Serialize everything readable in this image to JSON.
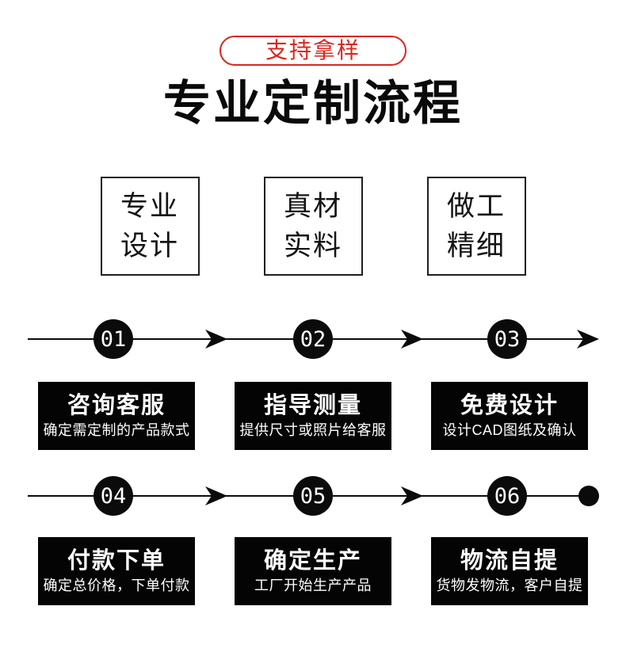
{
  "colors": {
    "accent_red": "#d9261d",
    "ink": "#0a0a0a",
    "card_bg": "#040404",
    "card_text": "#ffffff"
  },
  "header": {
    "badge": "支持拿样",
    "title": "专业定制流程"
  },
  "features": [
    {
      "line1": "专业",
      "line2": "设计"
    },
    {
      "line1": "真材",
      "line2": "实料"
    },
    {
      "line1": "做工",
      "line2": "精细"
    }
  ],
  "process": {
    "rows": [
      {
        "end_marker": "arrow",
        "steps": [
          {
            "number": "01",
            "title": "咨询客服",
            "desc": "确定需定制的产品款式"
          },
          {
            "number": "02",
            "title": "指导测量",
            "desc": "提供尺寸或照片给客服"
          },
          {
            "number": "03",
            "title": "免费设计",
            "desc": "设计CAD图纸及确认"
          }
        ]
      },
      {
        "end_marker": "dot",
        "steps": [
          {
            "number": "04",
            "title": "付款下单",
            "desc": "确定总价格，下单付款"
          },
          {
            "number": "05",
            "title": "确定生产",
            "desc": "工厂开始生产产品"
          },
          {
            "number": "06",
            "title": "物流自提",
            "desc": "货物发物流，客户自提"
          }
        ]
      }
    ]
  }
}
